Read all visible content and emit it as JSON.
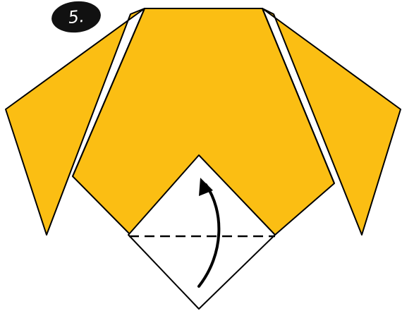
{
  "step": {
    "label": "5."
  },
  "colors": {
    "paper_front": "#FBBE13",
    "paper_back": "#FFFFFF",
    "outline": "#000000",
    "badge": "#111111"
  },
  "instruction": {
    "action": "valley-fold",
    "direction": "up",
    "fold_line_style": "dashed",
    "arrow_icon": "curved-arrow-up-icon"
  }
}
